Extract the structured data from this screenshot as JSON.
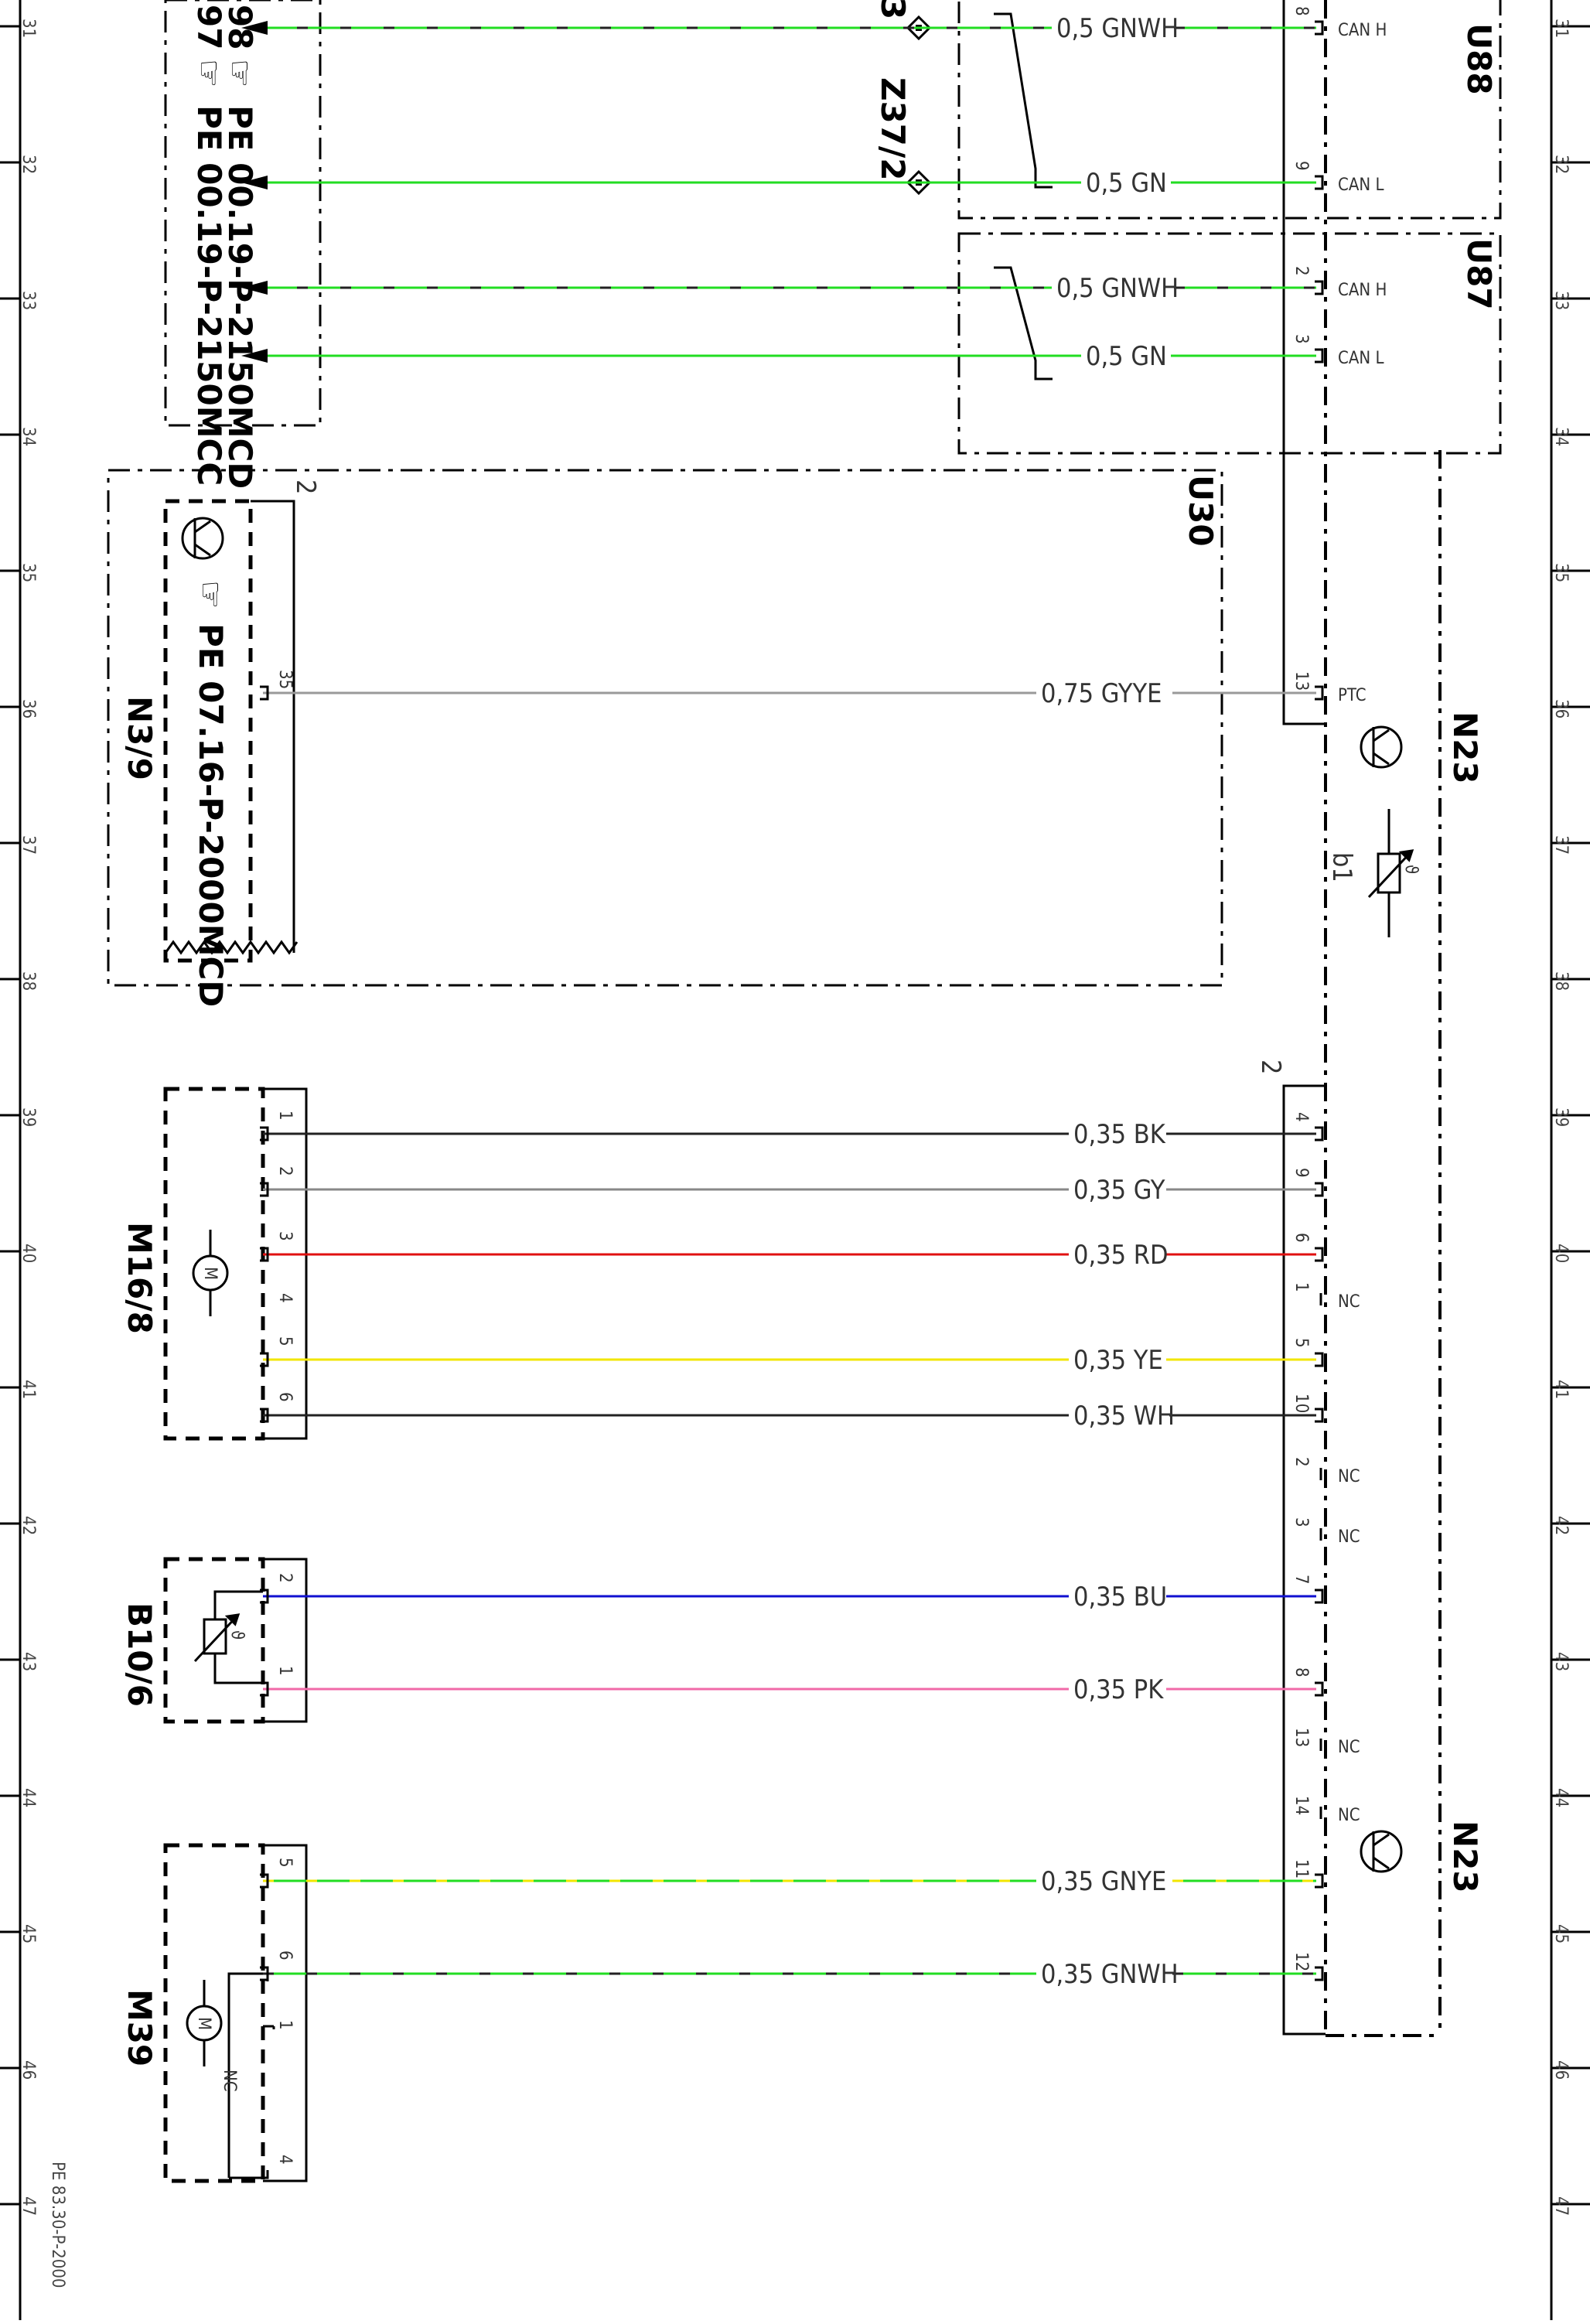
{
  "grid_numbers": [
    "31",
    "32",
    "33",
    "34",
    "35",
    "36",
    "37",
    "38",
    "39",
    "40",
    "41",
    "42",
    "43",
    "44",
    "45",
    "46",
    "47"
  ],
  "doc_id": "PE 83.30-P-2000",
  "refs": [
    {
      "num": "97",
      "text": "PE 00.19-P-2150MCC"
    },
    {
      "num": "98",
      "text": "PE 00.19-P-2150MCD"
    }
  ],
  "ref_n39": "PE 07.16-P-2000MCD",
  "components": {
    "Z37_2": "Z37/2",
    "U88": "U88",
    "U87": "U87",
    "U30": "U30",
    "N23": "N23",
    "N3_9": "N3/9",
    "M16_8": "M16/8",
    "B10_6": "B10/6",
    "M39": "M39",
    "b1": "b1",
    "z_top": "3"
  },
  "signals": {
    "can_h": "CAN H",
    "can_l": "CAN L",
    "ptc": "PTC",
    "nc": "NC"
  },
  "colors": {
    "green": "#22dd22",
    "green_white": "#22dd22",
    "green_yellow": "#22dd22",
    "gray_yellow": "#999999",
    "black": "#222222",
    "gray": "#888888",
    "red": "#e01010",
    "yellow": "#f2e600",
    "white_wire": "#222222",
    "blue": "#1010d0",
    "pink": "#f06aa8"
  },
  "wires": [
    {
      "id": "w1",
      "label": "0,5 GNWH",
      "pin_r": "8",
      "signal": "CAN H",
      "color": "green",
      "stripe": "#222222",
      "arrow": true
    },
    {
      "id": "w2",
      "label": "0,5 GN",
      "pin_r": "9",
      "signal": "CAN L",
      "color": "green",
      "arrow": true
    },
    {
      "id": "w3",
      "label": "0,5 GNWH",
      "pin_r": "2",
      "signal": "CAN H",
      "color": "green",
      "stripe": "#222222",
      "arrow": true
    },
    {
      "id": "w4",
      "label": "0,5 GN",
      "pin_r": "3",
      "signal": "CAN L",
      "color": "green",
      "arrow": true
    },
    {
      "id": "w5",
      "label": "0,75 GYYE",
      "pin_l": "35",
      "pin_r": "13",
      "signal": "PTC",
      "color": "gray_yellow"
    },
    {
      "id": "w6",
      "label": "0,35 BK",
      "pin_l": "1",
      "pin_r": "4",
      "color": "black"
    },
    {
      "id": "w7",
      "label": "0,35 GY",
      "pin_l": "2",
      "pin_r": "9",
      "color": "gray"
    },
    {
      "id": "w8",
      "label": "0,35 RD",
      "pin_l": "3",
      "pin_r": "6",
      "color": "red"
    },
    {
      "id": "w9",
      "label": "0,35 YE",
      "pin_l": "5",
      "pin_r": "5",
      "color": "yellow"
    },
    {
      "id": "w10",
      "label": "0,35 WH",
      "pin_l": "6",
      "pin_r": "10",
      "color": "white_wire"
    },
    {
      "id": "w11",
      "label": "0,35 BU",
      "pin_l": "2",
      "pin_r": "7",
      "color": "blue"
    },
    {
      "id": "w12",
      "label": "0,35 PK",
      "pin_l": "1",
      "pin_r": "8",
      "color": "pink"
    },
    {
      "id": "w13",
      "label": "0,35 GNYE",
      "pin_l": "5",
      "pin_r": "11",
      "color": "green",
      "stripe": "#f2e600"
    },
    {
      "id": "w14",
      "label": "0,35 GNWH",
      "pin_l": "6",
      "pin_r": "12",
      "color": "green",
      "stripe": "#222222"
    }
  ],
  "nc_pins": [
    "1",
    "2",
    "3",
    "13",
    "14"
  ],
  "m16_unused_pin": "4",
  "m39_unused": {
    "pin_a": "1",
    "pin_b": "4"
  },
  "connector_no": "2",
  "b1_symbol": "ϑ"
}
